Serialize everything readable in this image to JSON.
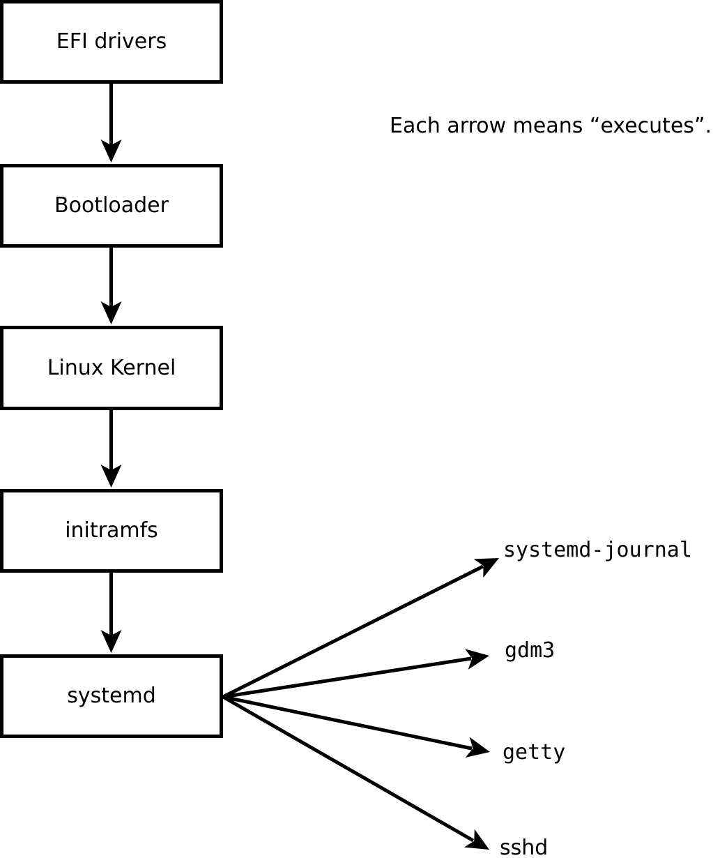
{
  "colors": {
    "ink": "#000000",
    "paper": "#ffffff"
  },
  "annotation": {
    "text": "Each arrow means “executes”."
  },
  "flow": {
    "boxes": [
      {
        "label": "EFI drivers"
      },
      {
        "label": "Bootloader"
      },
      {
        "label": "Linux Kernel"
      },
      {
        "label": "initramfs"
      },
      {
        "label": "systemd"
      }
    ]
  },
  "children": {
    "items": [
      {
        "label": "systemd-journal"
      },
      {
        "label": "gdm3"
      },
      {
        "label": "getty"
      },
      {
        "label": "sshd"
      }
    ]
  }
}
